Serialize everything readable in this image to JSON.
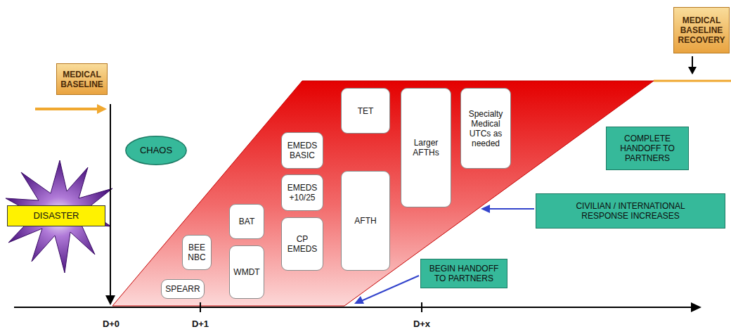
{
  "diagram": {
    "nodes": [
      {
        "text": [
          "MEDICAL BASELINE"
        ]
      },
      {
        "text": [
          "MEDICAL BASELINE RECOVERY"
        ]
      },
      {
        "text": [
          "DISASTER"
        ]
      },
      {
        "text": [
          "CHAOS"
        ]
      },
      {
        "text": [
          "SPEARR"
        ]
      },
      {
        "text": [
          "BEE NBC"
        ]
      },
      {
        "text": [
          "BAT"
        ]
      },
      {
        "text": [
          "WMDT"
        ]
      },
      {
        "text": [
          "EMEDS BASIC"
        ]
      },
      {
        "text": [
          "EMEDS +10/25"
        ]
      },
      {
        "text": [
          "CP EMEDS"
        ]
      },
      {
        "text": [
          "TET"
        ]
      },
      {
        "text": [
          "AFTH"
        ]
      },
      {
        "text": [
          "Larger AFTHs"
        ]
      },
      {
        "text": [
          "Specialty Medical UTCs as needed"
        ]
      },
      {
        "text": [
          "COMPLETE HANDOFF TO PARTNERS"
        ]
      },
      {
        "text": [
          "CIVILIAN / INTERNATIONAL RESPONSE INCREASES"
        ]
      },
      {
        "text": [
          "BEGIN HANDOFF TO PARTNERS"
        ]
      }
    ],
    "labels": [
      "D+0",
      "D+1",
      "D+x"
    ]
  }
}
